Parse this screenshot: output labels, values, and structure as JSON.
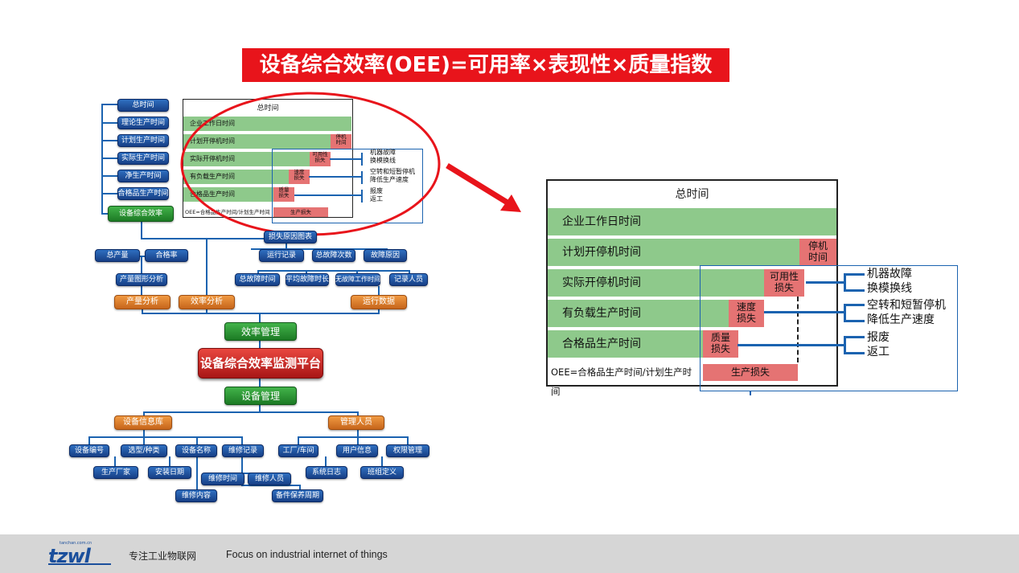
{
  "title": "设备综合效率(OEE)=可用率×表现性×质量指数",
  "left_tree": {
    "time_items": [
      "总时间",
      "理论生产时间",
      "计划生产时间",
      "实际生产时间",
      "净生产时间",
      "合格品生产时间"
    ],
    "oee_node": "设备综合效率",
    "loss_chart_node": "损失原因图表",
    "output_nodes": [
      "总产量",
      "合格率",
      "产量图形分析"
    ],
    "run_nodes": [
      "运行记录",
      "总故障次数",
      "故障原因",
      "总故障时间",
      "平均故障时长",
      "无故障工作时间",
      "记录人员"
    ],
    "orange_nodes": [
      "产量分析",
      "效率分析",
      "运行数据"
    ],
    "efficiency_mgmt": "效率管理",
    "platform": "设备综合效率监测平台",
    "equipment_mgmt": "设备管理",
    "equipment_db": "设备信息库",
    "admins": "管理人员",
    "db_items": [
      "设备编号",
      "选型/种类",
      "设备名称",
      "维修记录",
      "生产厂家",
      "安装日期",
      "维修时间",
      "维修人员",
      "维修内容",
      "备件保养周期"
    ],
    "admin_items": [
      "工厂/车间",
      "用户信息",
      "权限管理",
      "系统日志",
      "班组定义"
    ]
  },
  "oee_table": {
    "header": "总时间",
    "rows": [
      "企业工作日时间",
      "计划开停机时间",
      "实际开停机时间",
      "有负载生产时间",
      "合格品生产时间",
      "OEE=合格品生产时间/计划生产时间"
    ],
    "losses": [
      "停机\n时间",
      "可用性\n损失",
      "速度\n损失",
      "质量\n损失",
      "生产损失"
    ],
    "notes": [
      "机器故障\n换模换线",
      "空转和短暂停机\n降低生产速度",
      "报废\n返工"
    ],
    "small_row0": "企业工作日时间",
    "small_row5": "OEE=合格品生产时间/计划生产时间"
  },
  "footer": {
    "logo_text": "tzwl",
    "logo_url_text": "tanchan.com.cn",
    "slogan_cn": "专注工业物联网",
    "slogan_en": "Focus on industrial internet of things"
  },
  "colors": {
    "red": "#e8141b",
    "green_row": "#8ec98b",
    "loss": "#e57373",
    "line": "#1b63b0"
  }
}
